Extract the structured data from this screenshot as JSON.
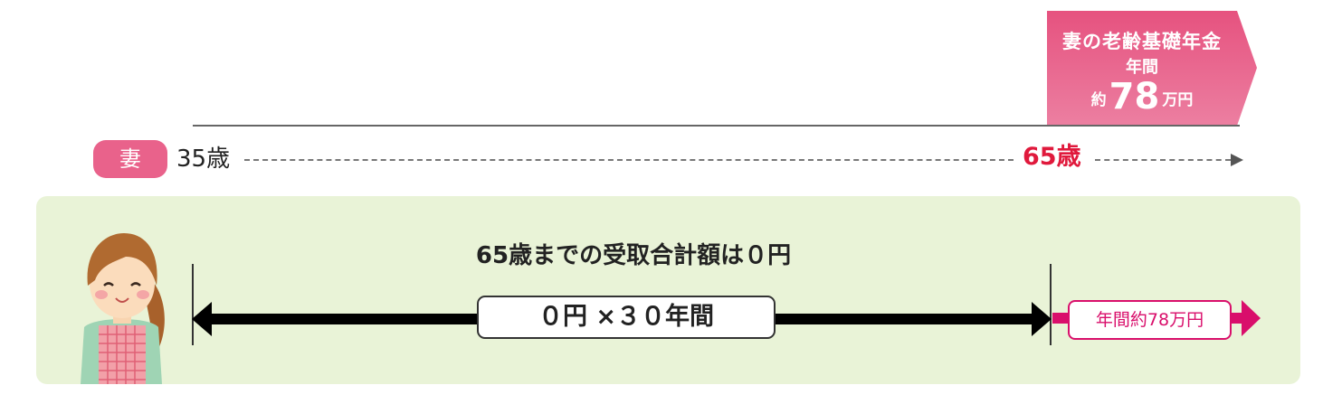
{
  "pension": {
    "title": "妻の老齢基礎年金",
    "period": "年間",
    "approx": "約",
    "amount": "78",
    "unit": "万円"
  },
  "timeline": {
    "person_label": "妻",
    "start_age": "35歳",
    "pension_age": "65歳"
  },
  "panel": {
    "total_caption": "65歳までの受取合計額は０円",
    "calc_label": "０円 ×３０年間",
    "annual_label": "年間約78万円"
  },
  "colors": {
    "pink": "#e6527f",
    "magenta": "#d90e6b",
    "red_age": "#e0193c",
    "panel_green": "#e9f3d7"
  }
}
